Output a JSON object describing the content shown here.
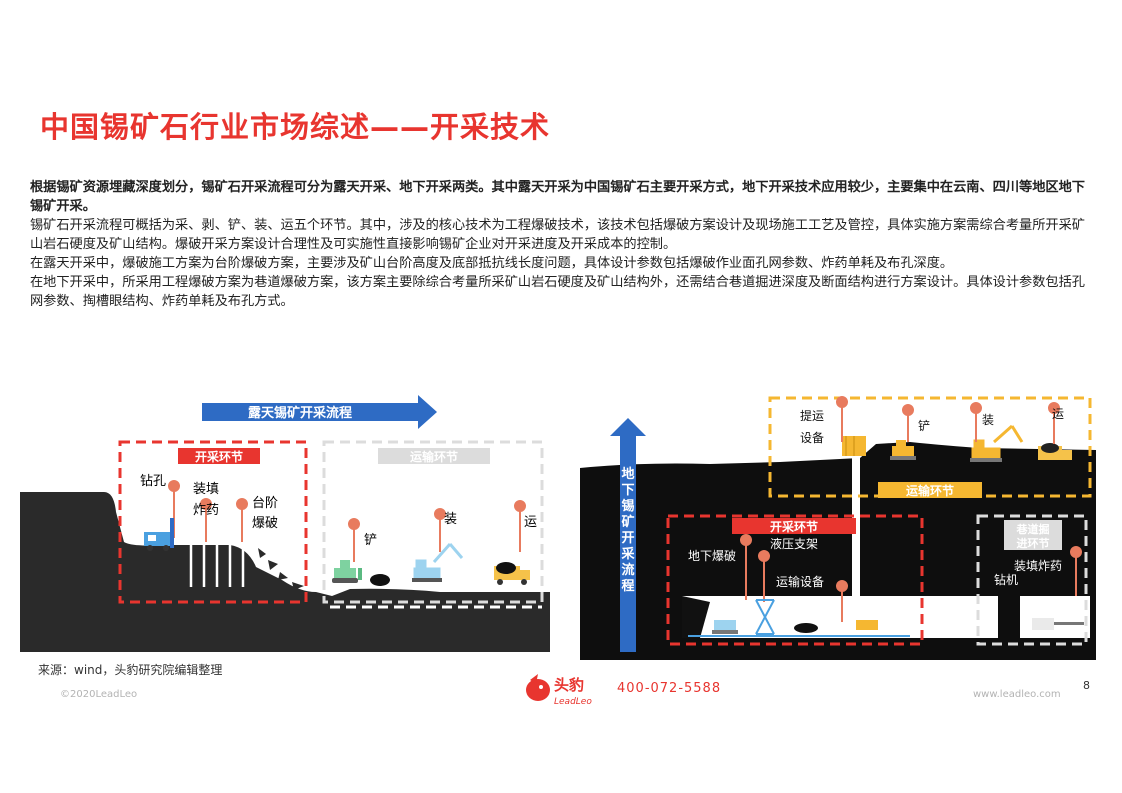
{
  "page": {
    "title": "中国锡矿石行业市场综述——开采技术",
    "paragraphs": [
      "根据锡矿资源埋藏深度划分，锡矿石开采流程可分为露天开采、地下开采两类。其中露天开采为中国锡矿石主要开采方式，地下开采技术应用较少，主要集中在云南、四川等地区地下锡矿开采。",
      "锡矿石开采流程可概括为采、剥、铲、装、运五个环节。其中，涉及的核心技术为工程爆破技术，该技术包括爆破方案设计及现场施工工艺及管控，具体实施方案需综合考量所开采矿山岩石硬度及矿山结构。爆破开采方案设计合理性及可实施性直接影响锡矿企业对开采进度及开采成本的控制。",
      "在露天开采中，爆破施工方案为台阶爆破方案，主要涉及矿山台阶高度及底部抵抗线长度问题，具体设计参数包括爆破作业面孔网参数、炸药单耗及布孔深度。",
      "在地下开采中，所采用工程爆破方案为巷道爆破方案，该方案主要除综合考量所采矿山岩石硬度及矿山结构外，还需结合巷道掘进深度及断面结构进行方案设计。具体设计参数包括孔网参数、掏槽眼结构、炸药单耗及布孔方式。"
    ]
  },
  "open_pit": {
    "arrow_label": "露天锡矿开采流程",
    "mining_section": "开采环节",
    "transport_section": "运输环节",
    "labels": {
      "drill": "钻孔",
      "fill": "装填",
      "explosive": "炸药",
      "bench": "台阶",
      "blast": "爆破",
      "shovel": "铲",
      "load": "装",
      "haul": "运"
    }
  },
  "underground": {
    "arrow_label": "地下锡矿开采流程",
    "transport_section": "运输环节",
    "mining_section": "开采环节",
    "tunnel_section_line1": "巷道掘",
    "tunnel_section_line2": "进环节",
    "labels": {
      "hoist1": "提运",
      "hoist2": "设备",
      "shovel": "铲",
      "load": "装",
      "haul": "运",
      "ug_blast": "地下爆破",
      "hydraulic": "液压支架",
      "transport_eq": "运输设备",
      "fill_explosive": "装填炸药",
      "drill_rig": "钻机"
    }
  },
  "footer": {
    "source": "来源：wind，头豹研究院编辑整理",
    "copyright": "©2020LeadLeo",
    "brand": "头豹",
    "brand_en": "LeadLeo",
    "phone": "400-072-5588",
    "website": "www.leadleo.com",
    "page_number": "8"
  },
  "colors": {
    "accent": "#e8352f",
    "arrow_blue": "#2e6bc4",
    "transport_yellow": "#f5b731",
    "rock": "#2a2a2a",
    "dash_gray": "#cfcfcf"
  }
}
